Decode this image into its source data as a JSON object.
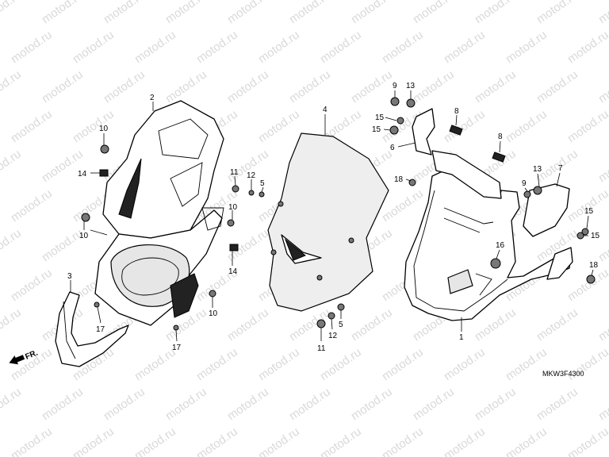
{
  "watermark": "motod.ru",
  "diagram_code": "MKW3F4300",
  "direction_label": "FR.",
  "callouts": {
    "c2": "2",
    "c3": "3",
    "c4": "4",
    "c1": "1",
    "c10a": "10",
    "c10b": "10",
    "c10c": "10",
    "c10d": "10",
    "c14a": "14",
    "c14b": "14",
    "c17a": "17",
    "c17b": "17",
    "c11a": "11",
    "c12a": "12",
    "c5a": "5",
    "c11b": "11",
    "c12b": "12",
    "c5b": "5",
    "c9a": "9",
    "c13a": "13",
    "c15a": "15",
    "c15b": "15",
    "c6": "6",
    "c8a": "8",
    "c8b": "8",
    "c18a": "18",
    "c13b": "13",
    "c9b": "9",
    "c7": "7",
    "c15c": "15",
    "c15d": "15",
    "c16": "16",
    "c18b": "18"
  },
  "colors": {
    "line": "#000000",
    "watermark": "#d9d9d9",
    "background": "#ffffff"
  }
}
